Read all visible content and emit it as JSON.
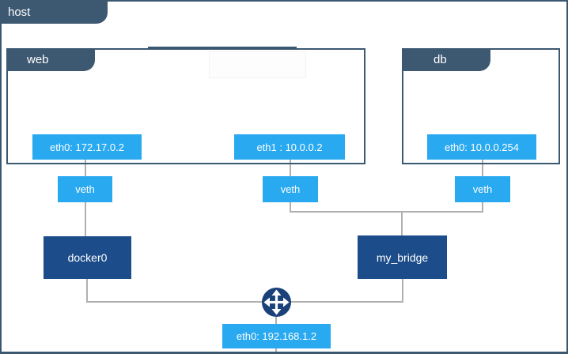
{
  "colors": {
    "slate": "#3d5972",
    "light_blue": "#29a9f0",
    "navy": "#1c4d8a",
    "router_navy": "#1a4179",
    "connector_gray": "#b0b0b0",
    "text_on_fill": "#ffffff",
    "background": "#ffffff"
  },
  "host": {
    "label": "host",
    "interface": {
      "label": "eth0: 192.168.1.2"
    }
  },
  "containers": [
    {
      "label": "web",
      "interfaces": [
        {
          "label": "eth0: 172.17.0.2"
        },
        {
          "label": "eth1 : 10.0.0.2"
        }
      ]
    },
    {
      "label": "db",
      "interfaces": [
        {
          "label": "eth0: 10.0.0.254"
        }
      ]
    }
  ],
  "veths": [
    {
      "label": "veth"
    },
    {
      "label": "veth"
    },
    {
      "label": "veth"
    }
  ],
  "bridges": [
    {
      "label": "docker0"
    },
    {
      "label": "my_bridge"
    }
  ],
  "icons": {
    "router": "four-way-arrows-icon"
  }
}
